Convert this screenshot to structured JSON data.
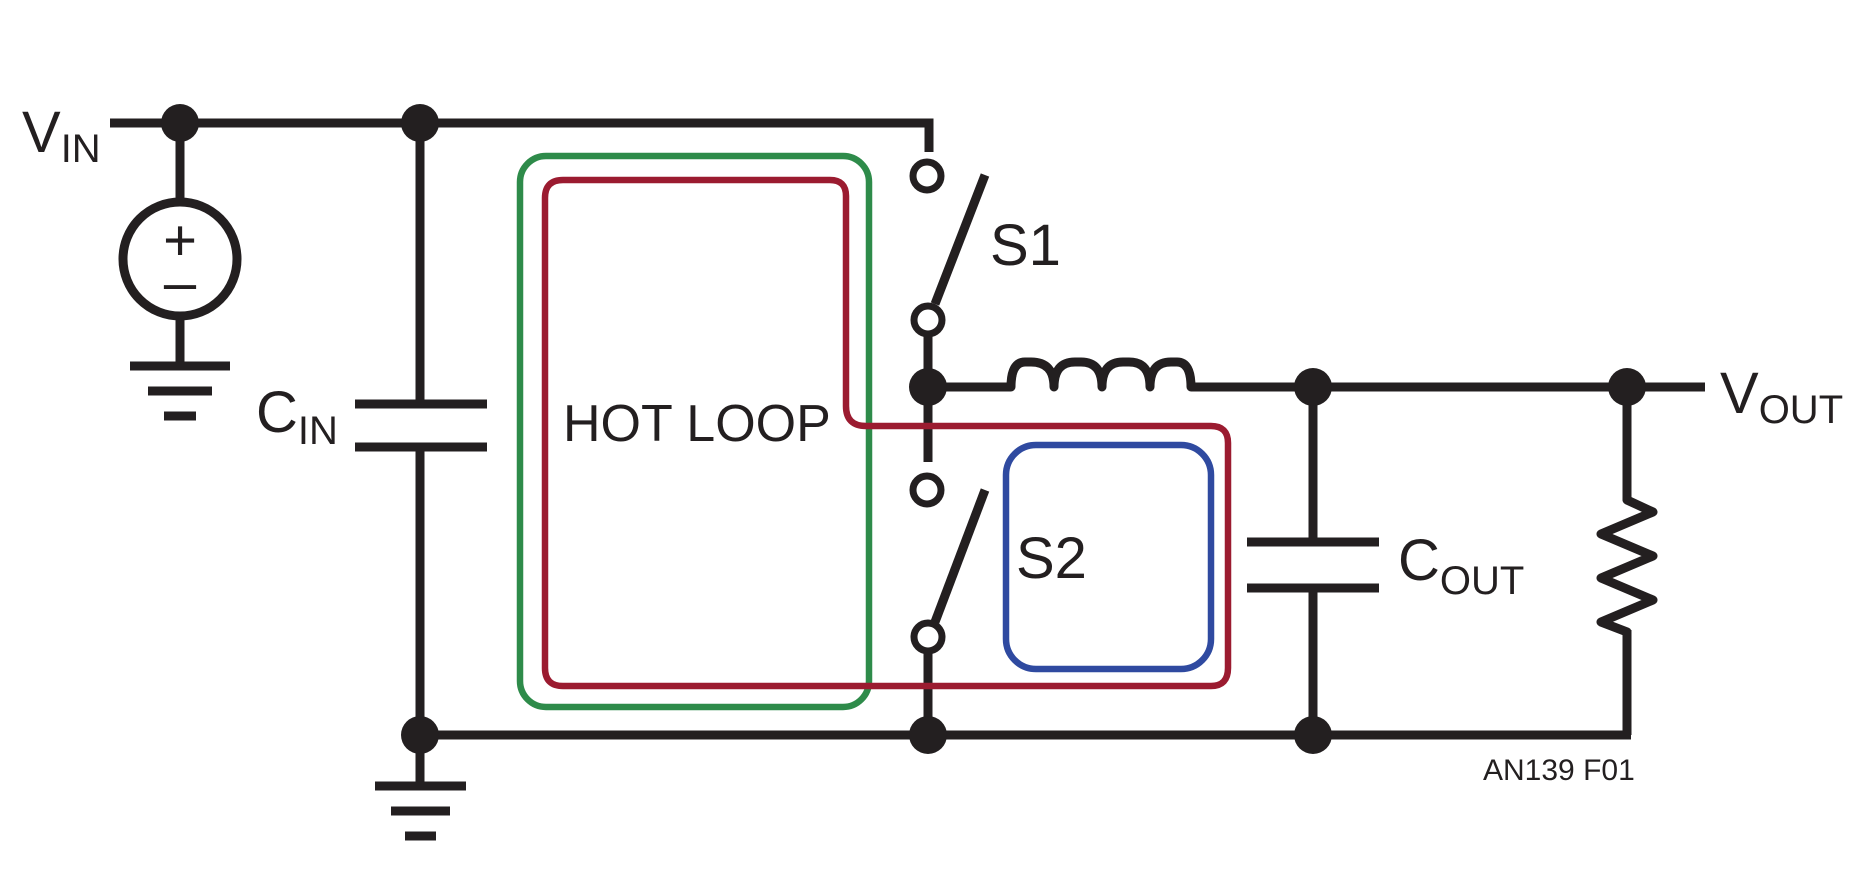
{
  "labels": {
    "vin_main": "V",
    "vin_sub": "IN",
    "vout_main": "V",
    "vout_sub": "OUT",
    "cin_main": "C",
    "cin_sub": "IN",
    "cout_main": "C",
    "cout_sub": "OUT",
    "s1": "S1",
    "s2": "S2",
    "hot_loop": "HOT LOOP",
    "figure_id": "AN139 F01",
    "source_plus": "+",
    "source_minus": "–"
  },
  "colors": {
    "wire": "#231f20",
    "green_loop": "#2e8b4a",
    "red_loop": "#9b1b30",
    "blue_loop": "#2f4aa0"
  }
}
